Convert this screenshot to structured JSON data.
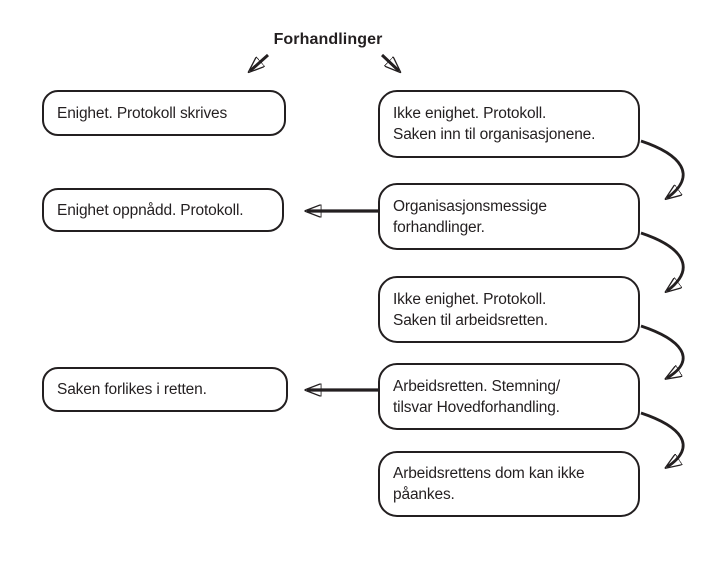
{
  "diagram": {
    "title": "Forhandlinger",
    "colors": {
      "ink": "#231f20",
      "background": "#ffffff"
    },
    "boxes": {
      "enighet_protokoll_skrives": {
        "lines": [
          "Enighet. Protokoll skrives"
        ]
      },
      "ikke_enighet_organisasjonene": {
        "lines": [
          "Ikke enighet. Protokoll.",
          "Saken inn til organisasjonene."
        ]
      },
      "enighet_oppnadd": {
        "lines": [
          "Enighet oppnådd. Protokoll."
        ]
      },
      "organisasjonsmessige": {
        "lines": [
          "Organisasjonsmessige",
          "forhandlinger."
        ]
      },
      "ikke_enighet_arbeidsretten": {
        "lines": [
          "Ikke enighet. Protokoll.",
          "Saken til arbeidsretten."
        ]
      },
      "saken_forlikes": {
        "lines": [
          "Saken forlikes i retten."
        ]
      },
      "arbeidsretten_stemning": {
        "lines": [
          "Arbeidsretten. Stemning/",
          "tilsvar Hovedforhandling."
        ]
      },
      "arbeidsrettens_dom": {
        "lines": [
          "Arbeidsrettens dom kan ikke",
          "påankes."
        ]
      }
    },
    "connections": [
      {
        "from": "Forhandlinger",
        "to": "Enighet. Protokoll skrives"
      },
      {
        "from": "Forhandlinger",
        "to": "Ikke enighet. Protokoll. Saken inn til organisasjonene."
      },
      {
        "from": "Ikke enighet. Protokoll. Saken inn til organisasjonene.",
        "to": "Organisasjonsmessige forhandlinger."
      },
      {
        "from": "Organisasjonsmessige forhandlinger.",
        "to": "Enighet oppnådd. Protokoll."
      },
      {
        "from": "Organisasjonsmessige forhandlinger.",
        "to": "Ikke enighet. Protokoll. Saken til arbeidsretten."
      },
      {
        "from": "Ikke enighet. Protokoll. Saken til arbeidsretten.",
        "to": "Arbeidsretten. Stemning/tilsvar Hovedforhandling."
      },
      {
        "from": "Arbeidsretten. Stemning/tilsvar Hovedforhandling.",
        "to": "Saken forlikes i retten."
      },
      {
        "from": "Arbeidsretten. Stemning/tilsvar Hovedforhandling.",
        "to": "Arbeidsrettens dom kan ikke påankes."
      }
    ]
  }
}
